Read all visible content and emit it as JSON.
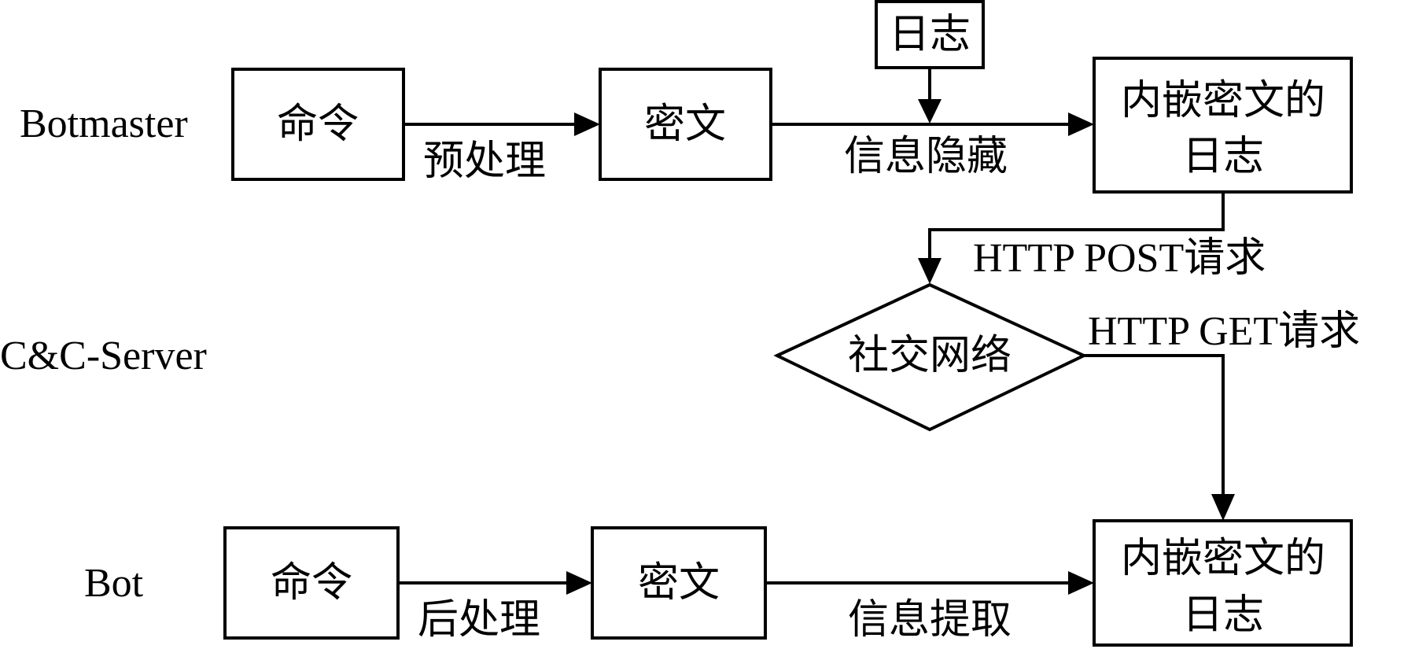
{
  "roles": {
    "botmaster": "Botmaster",
    "server": "C&C-Server",
    "bot": "Bot"
  },
  "nodes": {
    "log": "日志",
    "botmaster_command": "命令",
    "botmaster_cipher": "密文",
    "botmaster_stego_log_line1": "内嵌密文的",
    "botmaster_stego_log_line2": "日志",
    "social_network": "社交网络",
    "bot_command": "命令",
    "bot_cipher": "密文",
    "bot_stego_log_line1": "内嵌密文的",
    "bot_stego_log_line2": "日志"
  },
  "edges": {
    "preprocess": "预处理",
    "hide": "信息隐藏",
    "http_post": "HTTP POST请求",
    "http_get": "HTTP GET请求",
    "postprocess": "后处理",
    "extract": "信息提取"
  }
}
